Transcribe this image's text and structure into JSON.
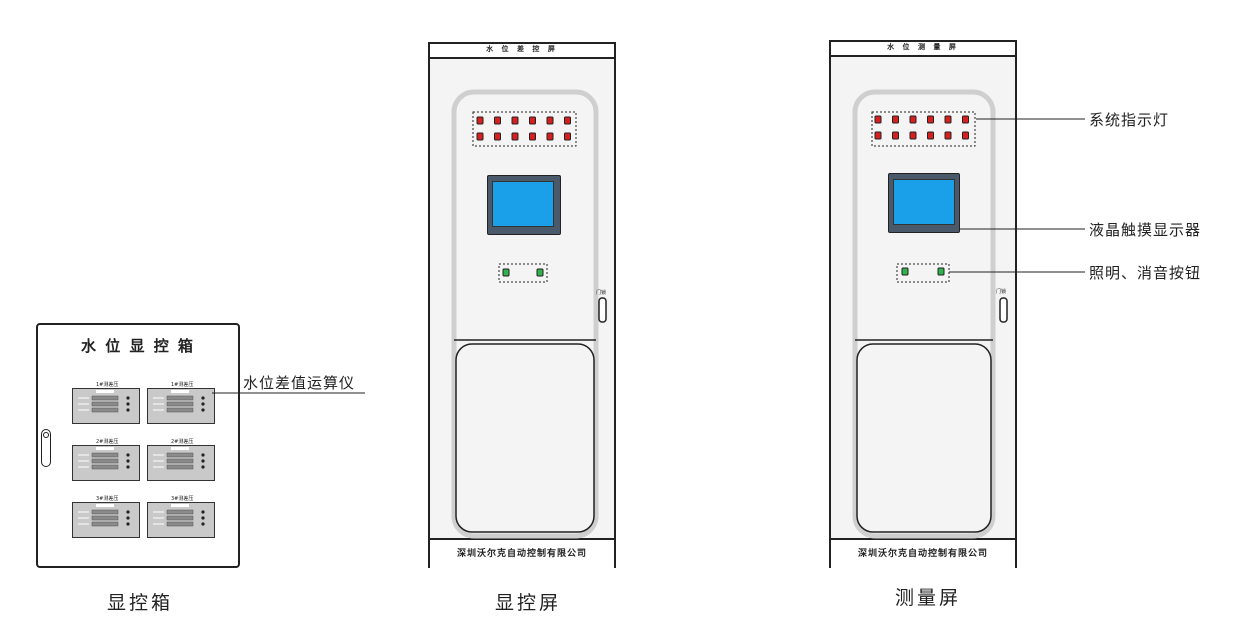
{
  "box": {
    "title": "水 位 显 控 箱",
    "caption": "显控箱",
    "meter_titles": [
      "1#测差压",
      "1#测差压",
      "2#测差压",
      "2#测差压",
      "3#测差压",
      "3#测差压"
    ],
    "callout": "水位差值运算仪"
  },
  "screen_cabinet": {
    "title": "水 位 差 控 屏",
    "footer": "深圳沃尔克自动控制有限公司",
    "caption": "显控屏",
    "door_lock": "门锁"
  },
  "measure_cabinet": {
    "title": "水 位 测 量 屏",
    "footer": "深圳沃尔克自动控制有限公司",
    "caption": "测量屏",
    "door_lock": "门锁"
  },
  "callouts": {
    "indicators": "系统指示灯",
    "lcd": "液晶触摸显示器",
    "buttons": "照明、消音按钮"
  },
  "colors": {
    "lamp_red": "#d62020",
    "lamp_green": "#2fb34a",
    "screen_blue": "#1aa0e8",
    "door_frame": "#cfcfcf"
  }
}
